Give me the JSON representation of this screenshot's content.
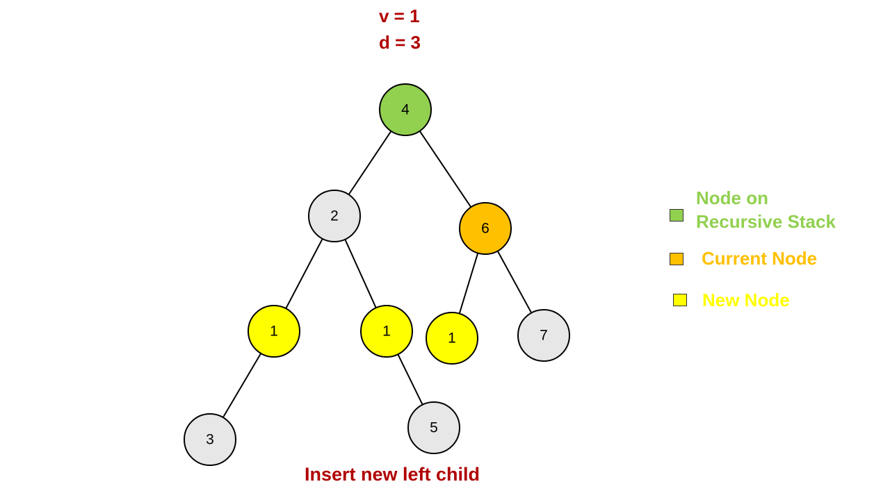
{
  "params": {
    "v": "v = 1",
    "d": "d = 3"
  },
  "caption": "Insert new left child",
  "colors": {
    "stack": "#92d050",
    "current": "#ffc000",
    "new": "#ffff00",
    "normal": "#e7e7e7",
    "text_red": "#b00000"
  },
  "legend": [
    {
      "label": "Node on Recursive Stack",
      "color": "#92d050"
    },
    {
      "label": "Current Node",
      "color": "#ffc000"
    },
    {
      "label": "New Node",
      "color": "#ffff00"
    }
  ],
  "tree": {
    "nodes": [
      {
        "id": "n4",
        "label": "4",
        "state": "stack"
      },
      {
        "id": "n2",
        "label": "2",
        "state": "normal"
      },
      {
        "id": "n6",
        "label": "6",
        "state": "current"
      },
      {
        "id": "n1a",
        "label": "1",
        "state": "new"
      },
      {
        "id": "n1b",
        "label": "1",
        "state": "new"
      },
      {
        "id": "n1c",
        "label": "1",
        "state": "new"
      },
      {
        "id": "n7",
        "label": "7",
        "state": "normal"
      },
      {
        "id": "n3",
        "label": "3",
        "state": "normal"
      },
      {
        "id": "n5",
        "label": "5",
        "state": "normal"
      }
    ],
    "edges": [
      [
        "n4",
        "n2"
      ],
      [
        "n4",
        "n6"
      ],
      [
        "n2",
        "n1a"
      ],
      [
        "n2",
        "n1b"
      ],
      [
        "n6",
        "n1c"
      ],
      [
        "n6",
        "n7"
      ],
      [
        "n1a",
        "n3"
      ],
      [
        "n1b",
        "n5"
      ]
    ]
  }
}
